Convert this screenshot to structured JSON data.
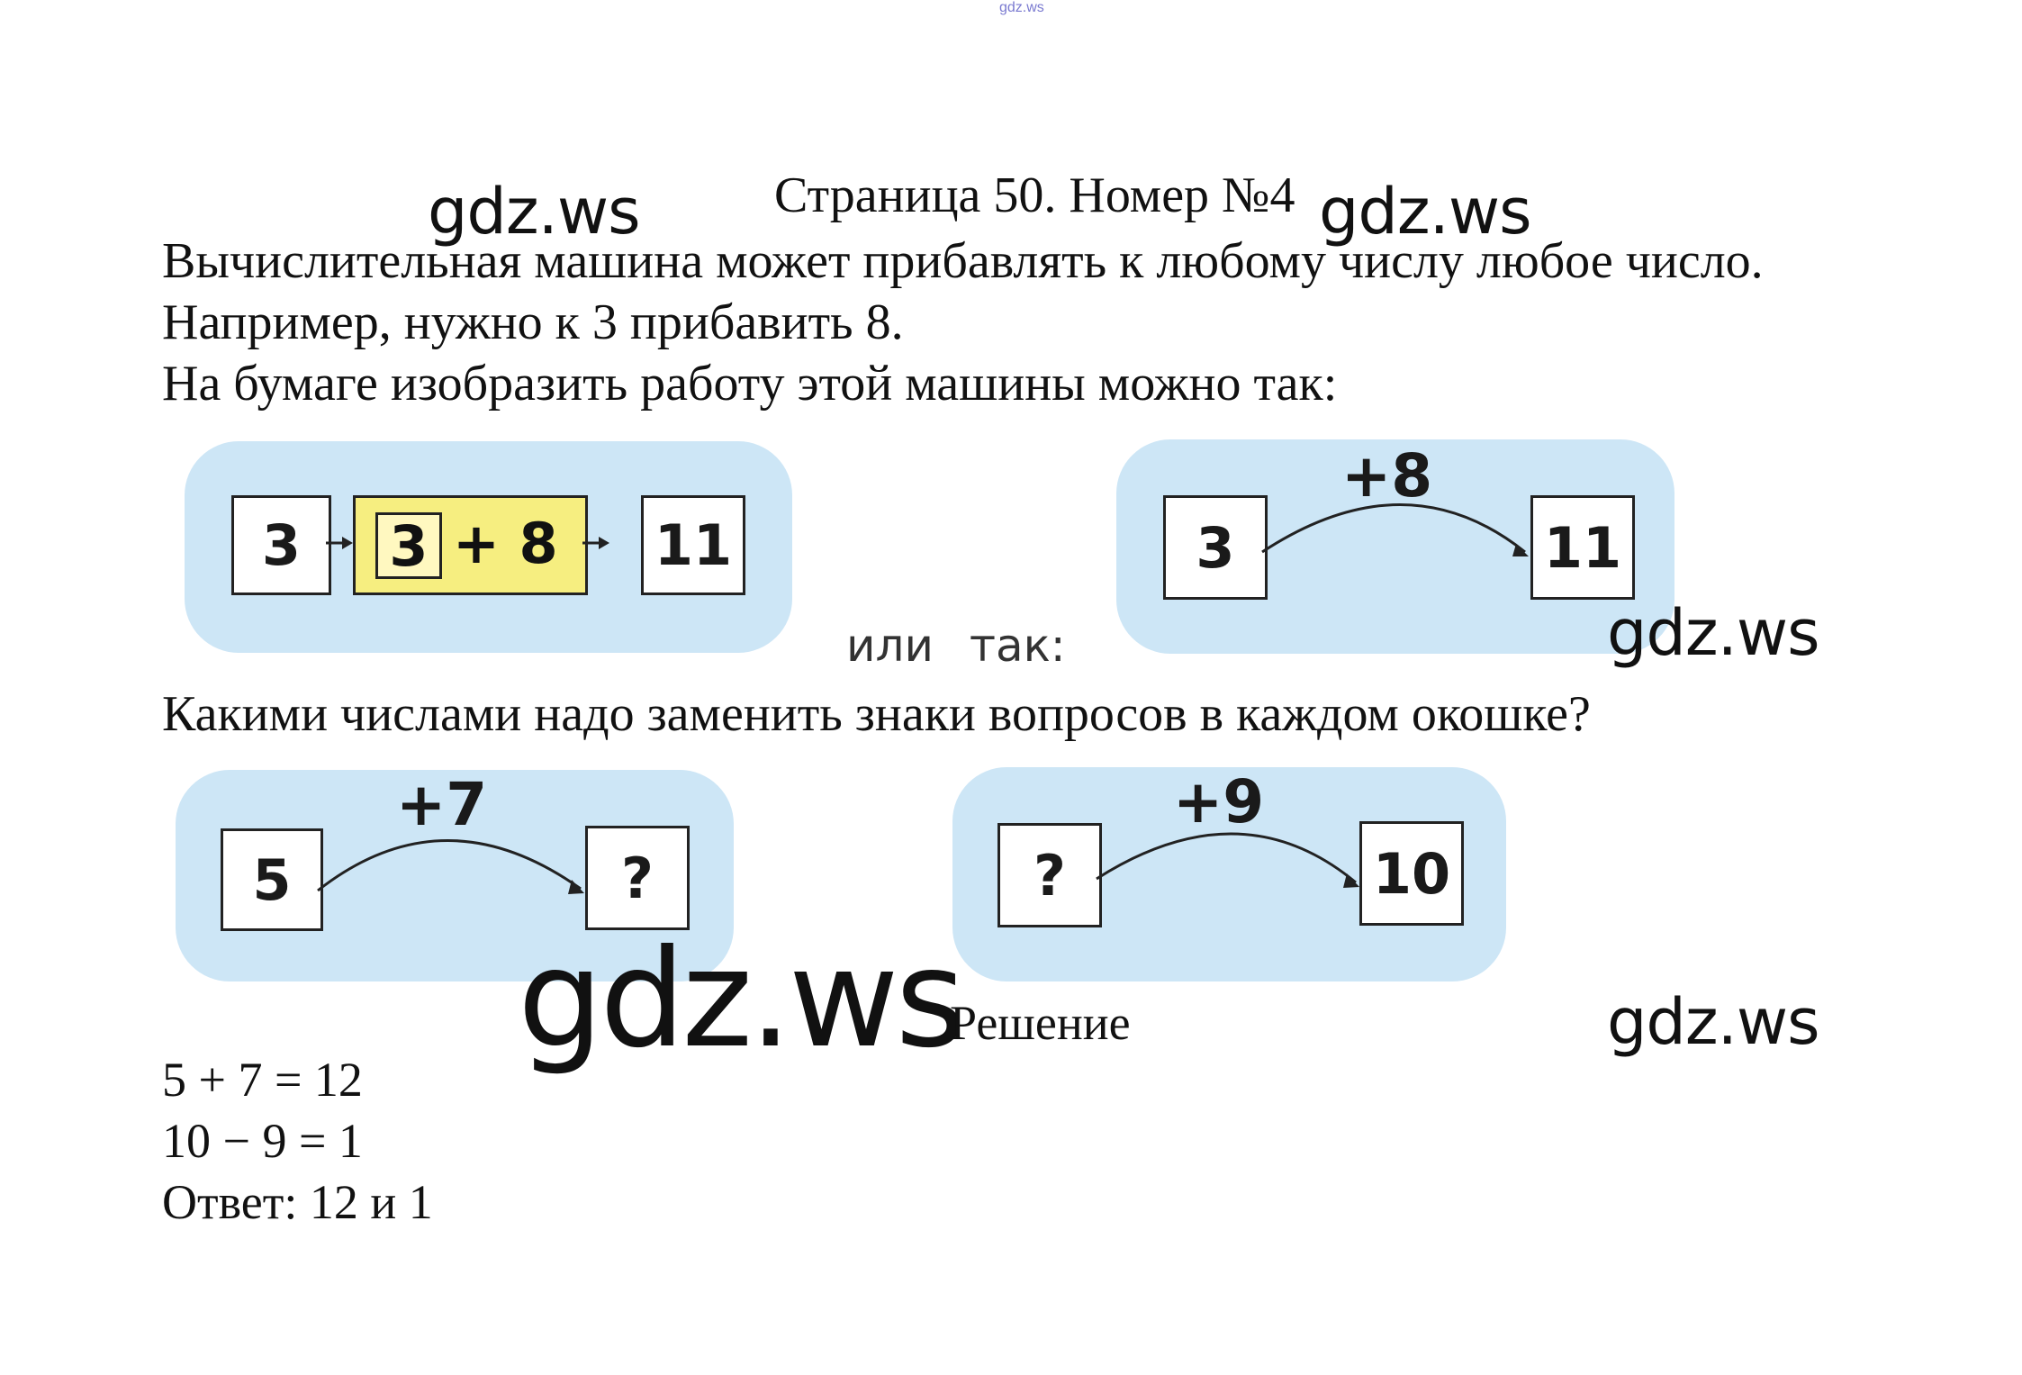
{
  "watermark": {
    "small": "gdz.ws",
    "main": "gdz.ws"
  },
  "header": {
    "title": "Страница 50. Номер №4"
  },
  "task": {
    "lines": [
      "Вычислительная машина может прибавлять к любому числу любое число.",
      "Например, нужно к 3 прибавить 8.",
      "На бумаге изобразить работу этой машины можно так:"
    ],
    "question": "Какими числами надо заменить знаки вопросов в каждом окошке?"
  },
  "example": {
    "machine": {
      "input": "3",
      "inner": "3",
      "operation": "+ 8",
      "output": "11"
    },
    "or_label": "или так:",
    "arc": {
      "input": "3",
      "operation": "+8",
      "output": "11"
    }
  },
  "exercises": [
    {
      "input": "5",
      "operation": "+7",
      "output": "?"
    },
    {
      "input": "?",
      "operation": "+9",
      "output": "10"
    }
  ],
  "solution": {
    "heading": "Решение",
    "lines": [
      "5 + 7 = 12",
      "10 − 9 = 1",
      "Ответ: 12 и 1"
    ]
  },
  "colors": {
    "panel": "#cde6f6",
    "machine": "#f6ee80",
    "ink": "#111111"
  }
}
